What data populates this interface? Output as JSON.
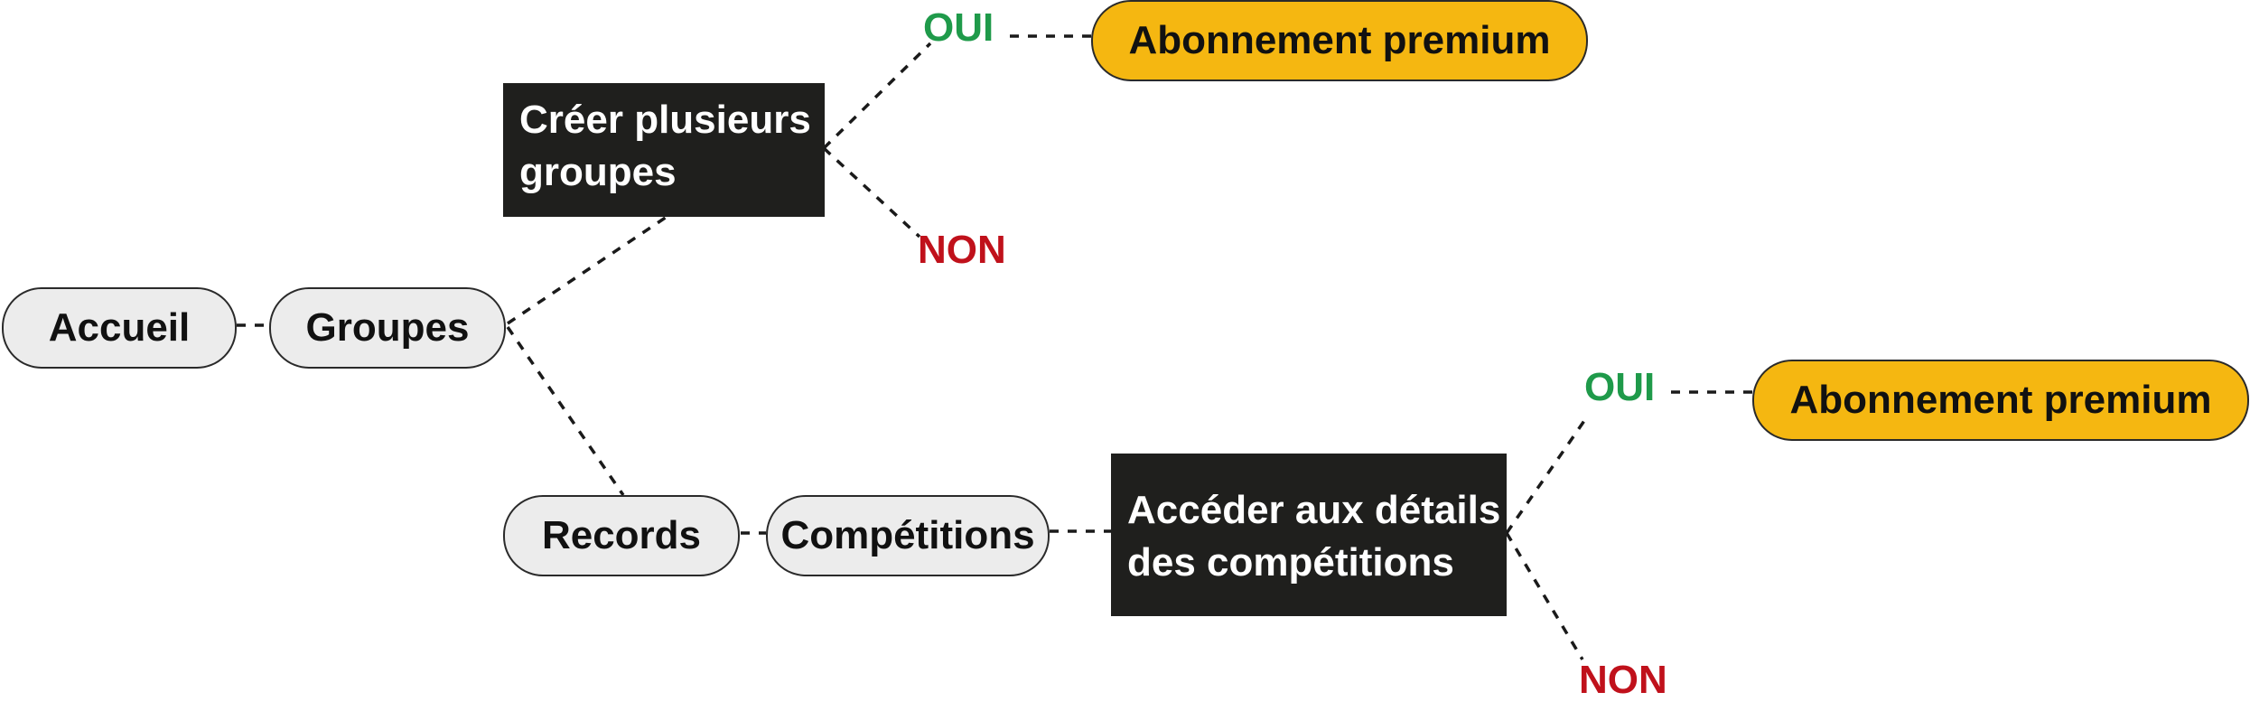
{
  "colors": {
    "pill_fill": "#ececec",
    "premium_fill": "#f5b711",
    "question_fill": "#1f1f1d",
    "yes": "#1f9a4a",
    "no": "#c0111b"
  },
  "nodes": {
    "accueil": "Accueil",
    "groupes": "Groupes",
    "records": "Records",
    "competitions": "Compétitions",
    "question_groupes": [
      "Créer plusieurs",
      "groupes"
    ],
    "question_competitions": [
      "Accéder aux détails",
      "des compétitions"
    ],
    "premium_top": "Abonnement premium",
    "premium_bottom": "Abonnement premium"
  },
  "answers": {
    "top_yes": "OUI",
    "top_no": "NON",
    "bottom_yes": "OUI",
    "bottom_no": "NON"
  }
}
